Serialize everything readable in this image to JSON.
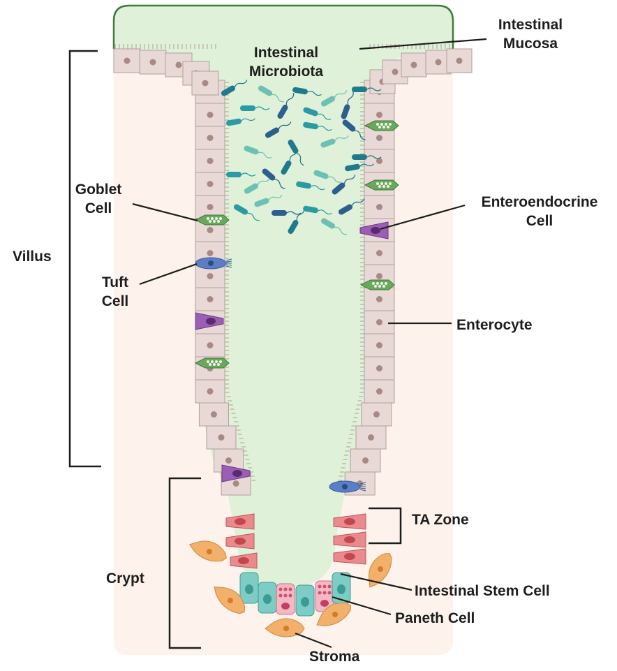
{
  "figure": {
    "labels": {
      "intestinal_mucosa": [
        "Intestinal",
        "Mucosa"
      ],
      "intestinal_microbiota": [
        "Intestinal",
        "Microbiota"
      ],
      "villus": "Villus",
      "goblet_cell": [
        "Goblet",
        "Cell"
      ],
      "tuft_cell": [
        "Tuft",
        "Cell"
      ],
      "enteroendocrine_cell": [
        "Enteroendocrine",
        "Cell"
      ],
      "enterocyte": "Enterocyte",
      "ta_zone": "TA Zone",
      "crypt": "Crypt",
      "intestinal_stem_cell": "Intestinal Stem Cell",
      "paneth_cell": "Paneth Cell",
      "stroma": "Stroma"
    },
    "colors": {
      "lumen": "#dff1d8",
      "lumen_border": "#3f7a3a",
      "stroma_bg": "#fdf3ec",
      "epithelium": "#e8d9d6",
      "epithelium_edge": "#b29e9a",
      "nucleus": "#a88a84",
      "goblet": "#6aa85d",
      "tuft": "#5a7fc4",
      "enteroendocrine": "#9a5fb5",
      "ta_cell": "#ea8a8c",
      "stem_cell": "#7dcdc6",
      "paneth": "#f4b8c4",
      "stroma_cell": "#f2b06a",
      "bracket": "#1d1d1d"
    },
    "icons": [
      "bacteria-icon",
      "goblet-cell-icon",
      "tuft-cell-icon",
      "enteroendocrine-cell-icon",
      "stroma-cell-icon"
    ]
  }
}
